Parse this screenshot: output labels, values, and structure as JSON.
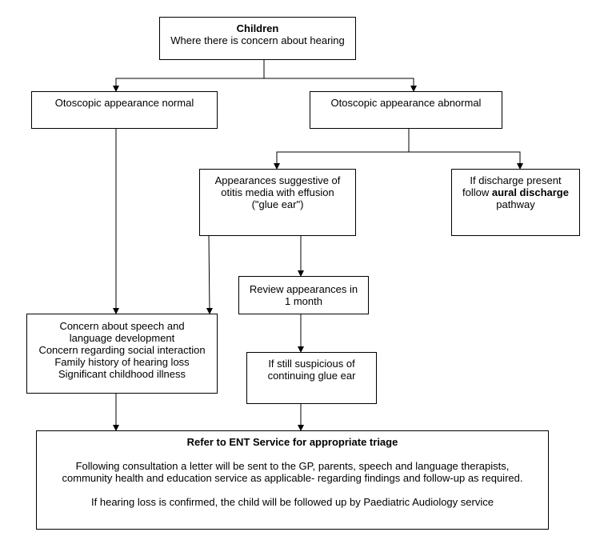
{
  "colors": {
    "line": "#000000",
    "box_border": "#000000",
    "background": "#ffffff"
  },
  "flowchart": {
    "start": {
      "title": "Children",
      "text": "Where there is concern about hearing"
    },
    "normal": {
      "text": "Otoscopic appearance normal"
    },
    "abnormal": {
      "text": "Otoscopic appearance abnormal"
    },
    "ome": {
      "line1": "Appearances suggestive of",
      "line2": "otitis media with effusion",
      "line3": "(\"glue ear\")"
    },
    "discharge": {
      "line1": "If discharge present",
      "line2_pre": "follow ",
      "line2_bold": "aural discharge",
      "line3": "pathway"
    },
    "review": {
      "line1": "Review appearances in",
      "line2": "1 month"
    },
    "concerns": {
      "lines": [
        "Concern about speech and",
        "language development",
        "Concern regarding social interaction",
        "Family history of hearing loss",
        "Significant childhood illness"
      ]
    },
    "suspicious": {
      "line1": "If still suspicious of",
      "line2": "continuing glue ear"
    },
    "refer": {
      "title": "Refer to ENT Service for appropriate triage",
      "para1_line1": "Following consultation a letter will be sent to the GP, parents, speech and language therapists,",
      "para1_line2": "community health and education service as applicable- regarding findings and follow-up as required.",
      "para2": "If hearing loss is confirmed, the child will be followed up by Paediatric Audiology service"
    }
  }
}
